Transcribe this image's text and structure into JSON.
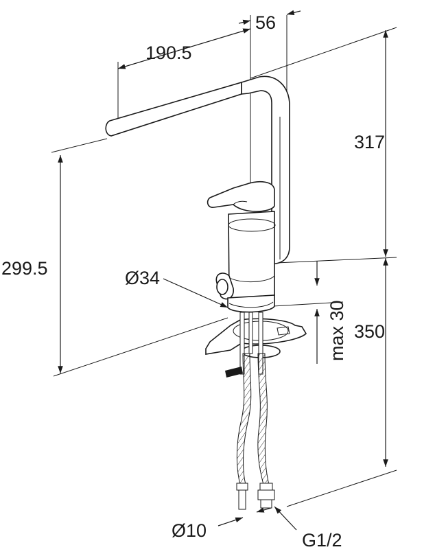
{
  "dimensions": {
    "spout_reach": "190.5",
    "offset": "56",
    "height_above_spout": "317",
    "spout_height": "299.5",
    "base_diameter": "Ø34",
    "max_thickness": "max 30",
    "hose_length": "350",
    "hose_diameter": "Ø10",
    "thread": "G1/2"
  },
  "colors": {
    "line": "#1a1a1a",
    "background": "#ffffff"
  }
}
